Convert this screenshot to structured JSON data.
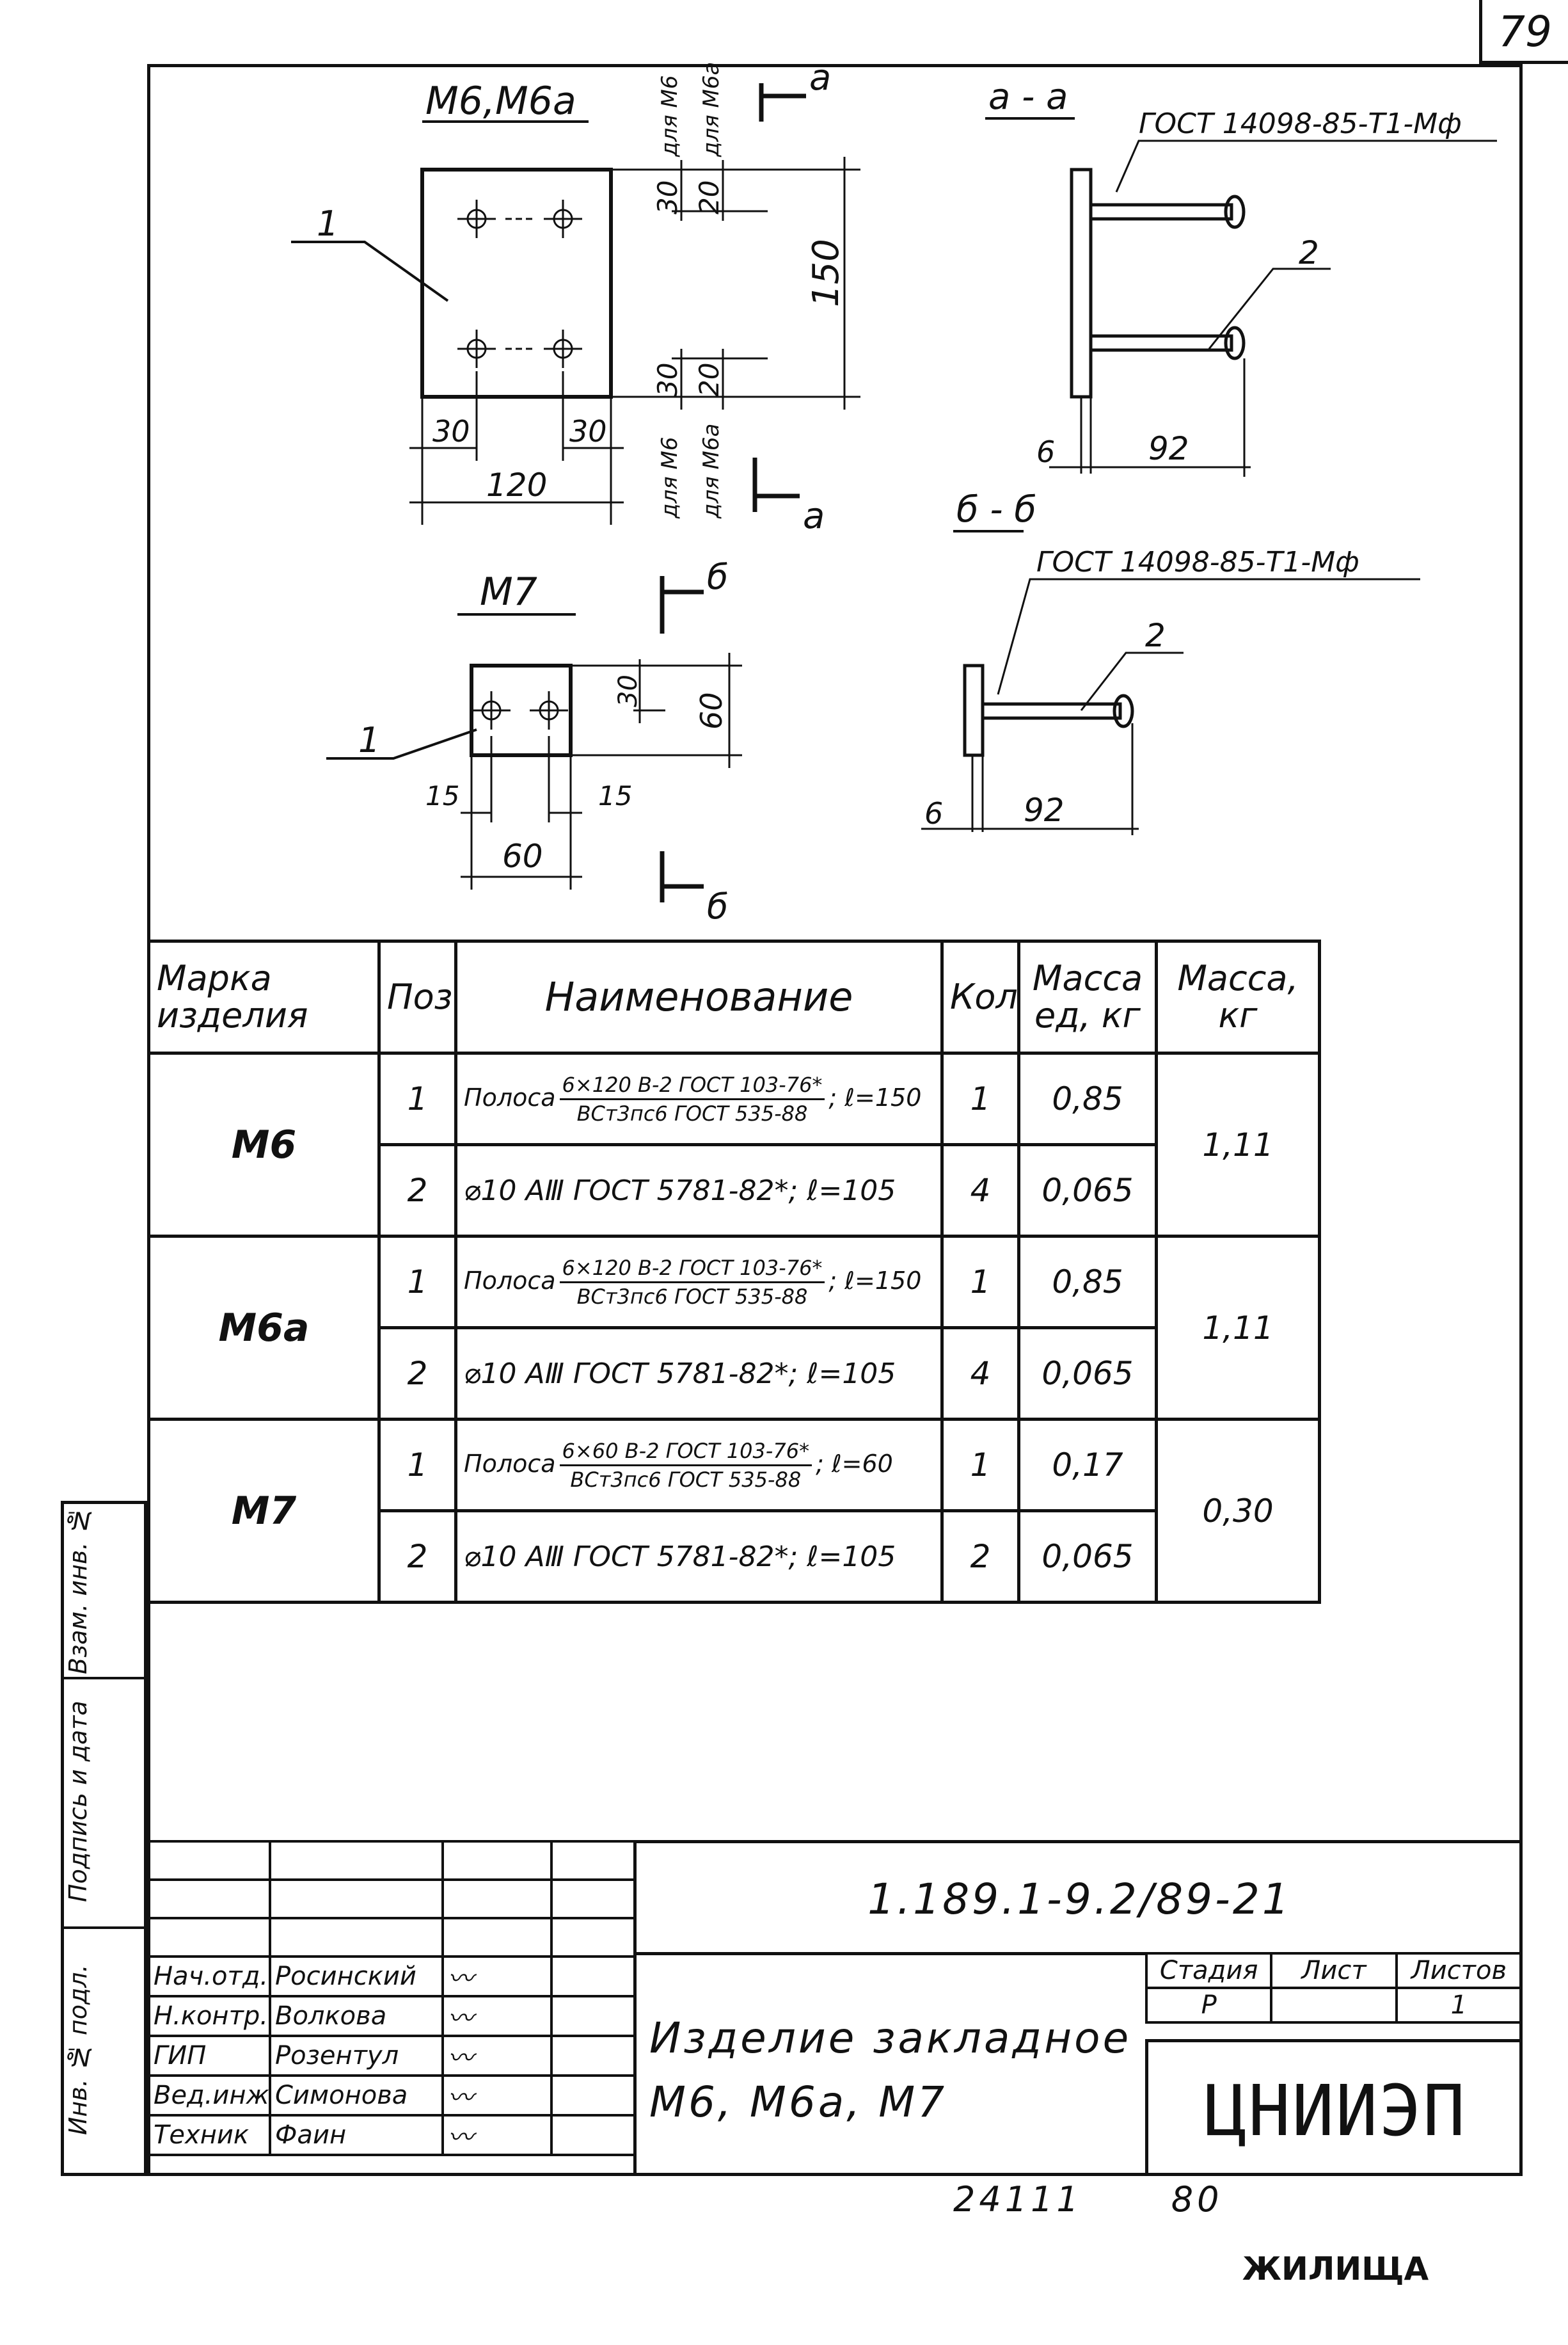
{
  "page_number": "79",
  "drawings": {
    "m6": {
      "title": "М6,М6а",
      "callout_1": "1",
      "dim_30_left": "30",
      "dim_30_right": "30",
      "dim_120": "120",
      "dim_150": "150",
      "dim_30_top": "30",
      "dim_20_top": "20",
      "dim_30_bottom": "30",
      "dim_20_bottom": "20",
      "note_m6_top": "для М6",
      "note_m6a_top": "для М6а",
      "note_m6_bottom": "для М6",
      "note_m6a_bottom": "для М6а",
      "section_mark": "а"
    },
    "m7": {
      "title": "М7",
      "callout_1": "1",
      "dim_15_left": "15",
      "dim_15_right": "15",
      "dim_60_h": "60",
      "dim_30": "30",
      "dim_60_v": "60",
      "section_mark": "б"
    },
    "section_a": {
      "title": "а - а",
      "gost": "ГОСТ 14098-85-Т1-Мф",
      "callout_2": "2",
      "dim_6": "6",
      "dim_92": "92"
    },
    "section_b": {
      "title": "б - б",
      "gost": "ГОСТ 14098-85-Т1-Мф",
      "callout_2": "2",
      "dim_6": "6",
      "dim_92": "92"
    }
  },
  "spec_table": {
    "headers": {
      "mark": "Марка изделия",
      "pos": "Поз.",
      "name": "Наименование",
      "qty": "Кол",
      "mass_unit": "Масса ед, кг",
      "mass": "Масса, кг"
    },
    "groups": [
      {
        "mark": "М6",
        "total_mass": "1,11",
        "rows": [
          {
            "pos": "1",
            "name_prefix": "Полоса",
            "num": "6×120 В-2 ГОСТ 103-76*",
            "den": "ВСт3пс6 ГОСТ 535-88",
            "name_suffix": "; ℓ=150",
            "qty": "1",
            "unit_mass": "0,85"
          },
          {
            "pos": "2",
            "name": "⌀10 АⅢ ГОСТ 5781-82*; ℓ=105",
            "qty": "4",
            "unit_mass": "0,065"
          }
        ]
      },
      {
        "mark": "М6а",
        "total_mass": "1,11",
        "rows": [
          {
            "pos": "1",
            "name_prefix": "Полоса",
            "num": "6×120 В-2 ГОСТ 103-76*",
            "den": "ВСт3пс6 ГОСТ 535-88",
            "name_suffix": "; ℓ=150",
            "qty": "1",
            "unit_mass": "0,85"
          },
          {
            "pos": "2",
            "name": "⌀10 АⅢ ГОСТ 5781-82*; ℓ=105",
            "qty": "4",
            "unit_mass": "0,065"
          }
        ]
      },
      {
        "mark": "М7",
        "total_mass": "0,30",
        "rows": [
          {
            "pos": "1",
            "name_prefix": "Полоса",
            "num": "6×60 В-2 ГОСТ 103-76*",
            "den": "ВСт3пс6 ГОСТ 535-88",
            "name_suffix": "; ℓ=60",
            "qty": "1",
            "unit_mass": "0,17"
          },
          {
            "pos": "2",
            "name": "⌀10 АⅢ ГОСТ 5781-82*; ℓ=105",
            "qty": "2",
            "unit_mass": "0,065"
          }
        ]
      }
    ]
  },
  "title_block": {
    "code": "1.189.1-9.2/89-21",
    "title_line1": "Изделие закладное",
    "title_line2": "М6, М6а, М7",
    "stage_label": "Стадия",
    "sheet_label": "Лист",
    "sheets_label": "Листов",
    "stage": "Р",
    "sheet": "",
    "sheets": "1",
    "org_big": "ЦНИИЭП",
    "org_small": "ЖИЛИЩА",
    "signatures": [
      {
        "role": "Нач.отд.",
        "name": "Росинский"
      },
      {
        "role": "Н.контр.",
        "name": "Волкова"
      },
      {
        "role": "ГИП",
        "name": "Розентул"
      },
      {
        "role": "Вед.инж.",
        "name": "Симонова"
      },
      {
        "role": "Техник",
        "name": "Фаин"
      }
    ]
  },
  "margin_labels": {
    "vzam": "Взам. инв. №",
    "podpis": "Подпись и дата",
    "inv": "Инв. № подл."
  },
  "footer": {
    "left": "24111",
    "right": "80"
  }
}
